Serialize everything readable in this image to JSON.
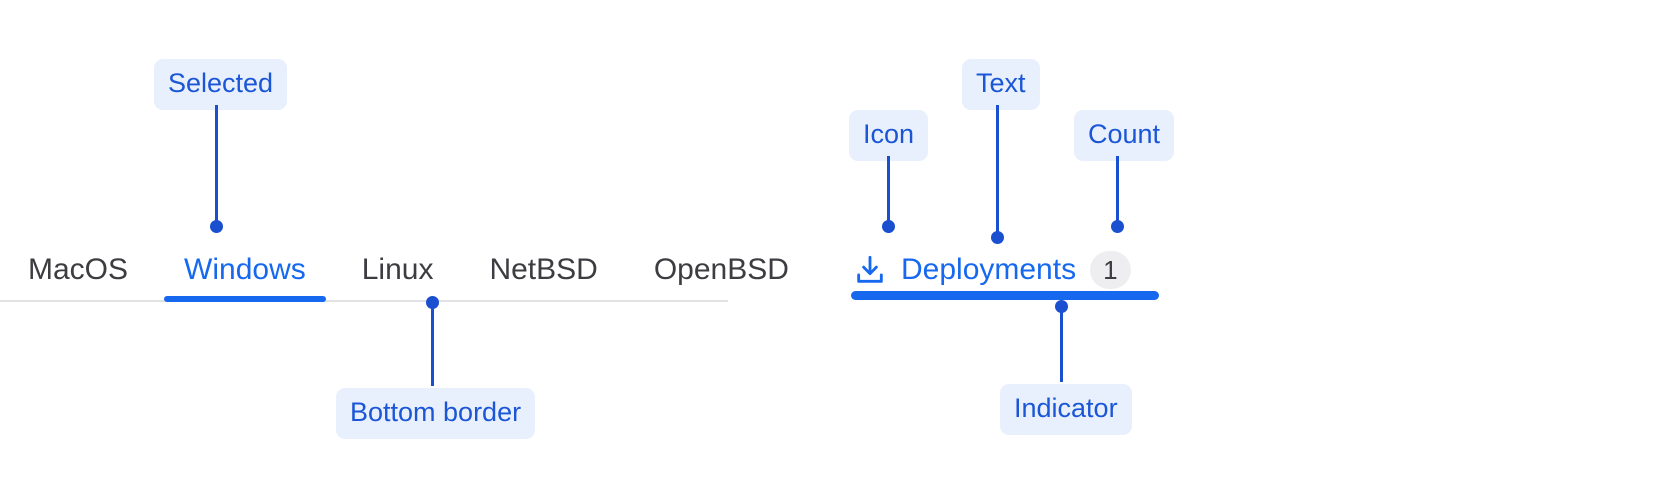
{
  "left_group": {
    "tabs": [
      {
        "label": "MacOS",
        "selected": false
      },
      {
        "label": "Windows",
        "selected": true
      },
      {
        "label": "Linux",
        "selected": false
      },
      {
        "label": "NetBSD",
        "selected": false
      },
      {
        "label": "OpenBSD",
        "selected": false
      }
    ],
    "annotations": {
      "selected": "Selected",
      "bottom_border": "Bottom border"
    }
  },
  "right_group": {
    "tab": {
      "icon": "download-tray-icon",
      "label": "Deployments",
      "count": "1"
    },
    "annotations": {
      "icon": "Icon",
      "text": "Text",
      "count": "Count",
      "indicator": "Indicator"
    }
  },
  "colors": {
    "accent_blue": "#1668ef",
    "annotation_blue": "#1a56d6",
    "annotation_bg": "#e9f0fd",
    "leader_line": "#1a4fd0",
    "tab_text": "#3c3c41",
    "border_gray": "#e2e2e4",
    "badge_bg": "#eeeef0"
  }
}
